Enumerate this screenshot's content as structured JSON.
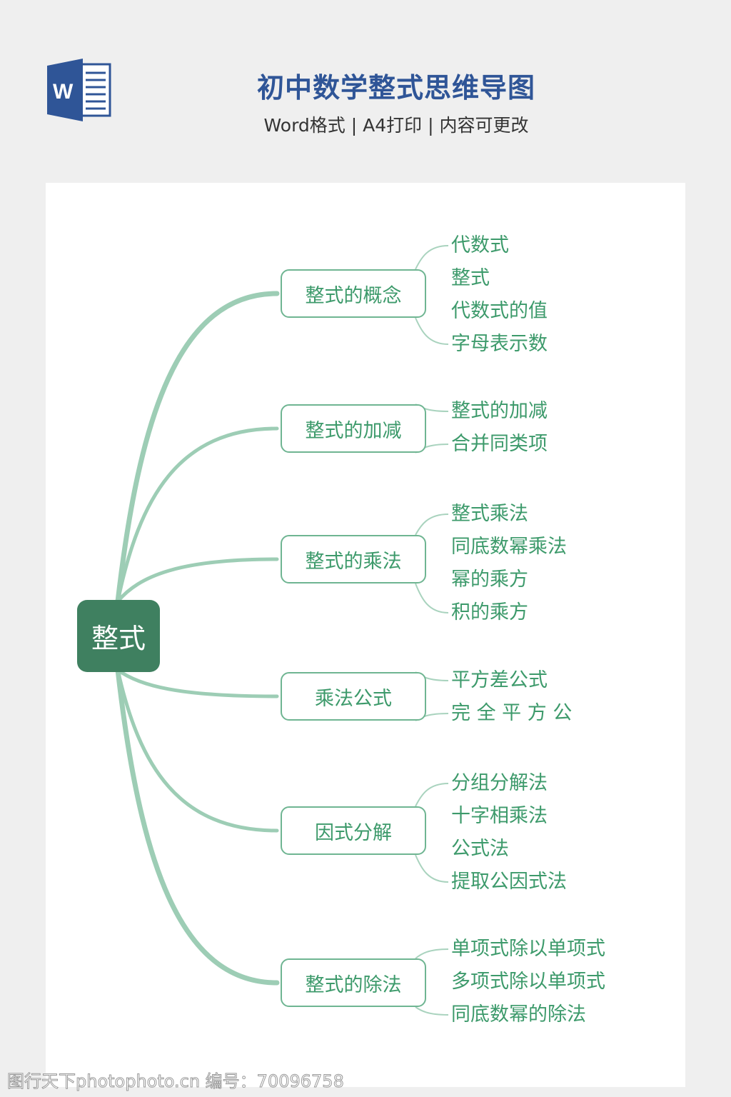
{
  "header": {
    "title": "初中数学整式思维导图",
    "subtitle": "Word格式 | A4打印 | 内容可更改",
    "icon": "word-icon",
    "icon_letter": "W"
  },
  "colors": {
    "title": "#2f5597",
    "root": "#3f8060",
    "branch_text": "#3d9a6b",
    "link": "#9dcdb5",
    "bracket": "#a9d3be"
  },
  "mindmap": {
    "root": "整式",
    "branches": [
      {
        "label": "整式的概念",
        "leaves": [
          "代数式",
          "整式",
          "代数式的值",
          "字母表示数"
        ]
      },
      {
        "label": "整式的加减",
        "leaves": [
          "整式的加减",
          "合并同类项"
        ]
      },
      {
        "label": "整式的乘法",
        "leaves": [
          "整式乘法",
          "同底数幂乘法",
          "幂的乘方",
          "积的乘方"
        ]
      },
      {
        "label": "乘法公式",
        "leaves": [
          "平方差公式",
          "完 全 平 方 公"
        ]
      },
      {
        "label": "因式分解",
        "leaves": [
          "分组分解法",
          "十字相乘法",
          "公式法",
          "提取公因式法"
        ]
      },
      {
        "label": "整式的除法",
        "leaves": [
          "单项式除以单项式",
          "多项式除以单项式",
          "同底数幂的除法"
        ]
      }
    ]
  },
  "watermark": "图行天下photophoto.cn 编号：70096758"
}
